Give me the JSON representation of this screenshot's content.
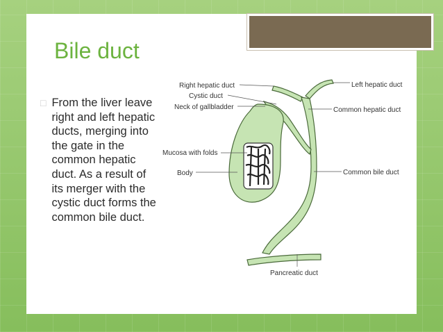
{
  "slide": {
    "title": "Bile duct",
    "bullet": "From the liver leave right and left hepatic ducts, merging into the gate in the common hepatic duct. As a result of its merger with the cystic duct forms the common bile duct."
  },
  "diagram": {
    "labels": {
      "right_hepatic_duct": "Right hepatic duct",
      "cystic_duct": "Cystic duct",
      "neck_of_gallbladder": "Neck of gallbladder",
      "mucosa_with_folds": "Mucosa with folds",
      "body": "Body",
      "left_hepatic_duct": "Left hepatic duct",
      "common_hepatic_duct": "Common hepatic duct",
      "common_bile_duct": "Common bile duct",
      "pancreatic_duct": "Pancreatic duct"
    }
  },
  "colors": {
    "accent": "#6cb33f",
    "organ_fill": "#c6e4b3",
    "organ_stroke": "#4a6a3a",
    "top_bar": "#7a6a52"
  }
}
